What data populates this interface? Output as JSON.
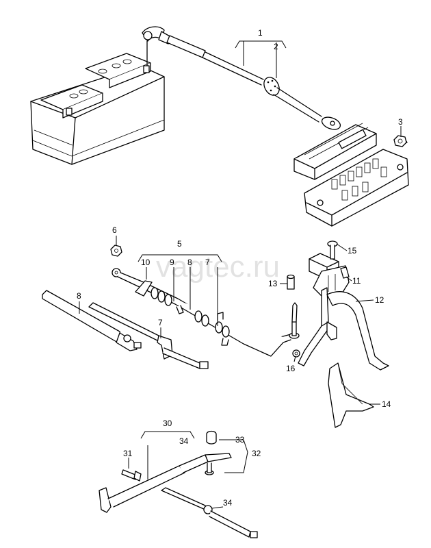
{
  "watermark": "vagtec.ru",
  "callouts": {
    "c1": "1",
    "c2": "2",
    "c3": "3",
    "c5": "5",
    "c6": "6",
    "c7a": "7",
    "c7b": "7",
    "c8a": "8",
    "c8b": "8",
    "c9": "9",
    "c10": "10",
    "c11": "11",
    "c12": "12",
    "c13": "13",
    "c14": "14",
    "c15": "15",
    "c16": "16",
    "c30": "30",
    "c31": "31",
    "c32": "32",
    "c33": "33",
    "c34a": "34",
    "c34b": "34"
  }
}
